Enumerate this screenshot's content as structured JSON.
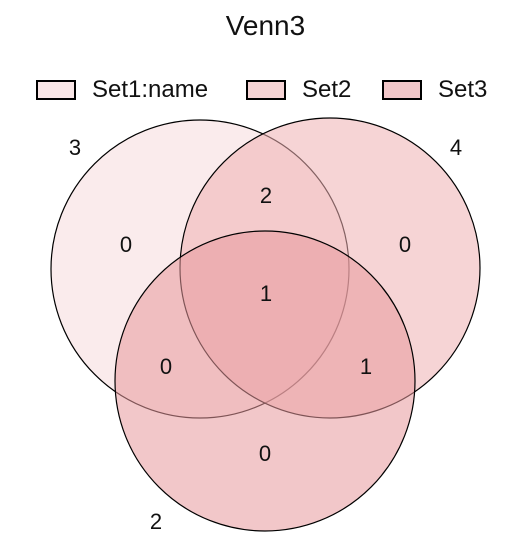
{
  "title": "Venn3",
  "chart_data": {
    "type": "venn",
    "sets": [
      {
        "name": "Set1:name",
        "total": "3",
        "fill": "#f4d2d4",
        "stroke": "#e7b1b6"
      },
      {
        "name": "Set2",
        "total": "4",
        "fill": "#efb0b2",
        "stroke": "#e09a9e"
      },
      {
        "name": "Set3",
        "total": "2",
        "fill": "#e8999d",
        "stroke": "#d97f86"
      }
    ],
    "regions": {
      "only_1": "0",
      "only_2": "0",
      "only_3": "0",
      "1_2": "2",
      "1_3": "0",
      "2_3": "1",
      "1_2_3": "1"
    }
  }
}
